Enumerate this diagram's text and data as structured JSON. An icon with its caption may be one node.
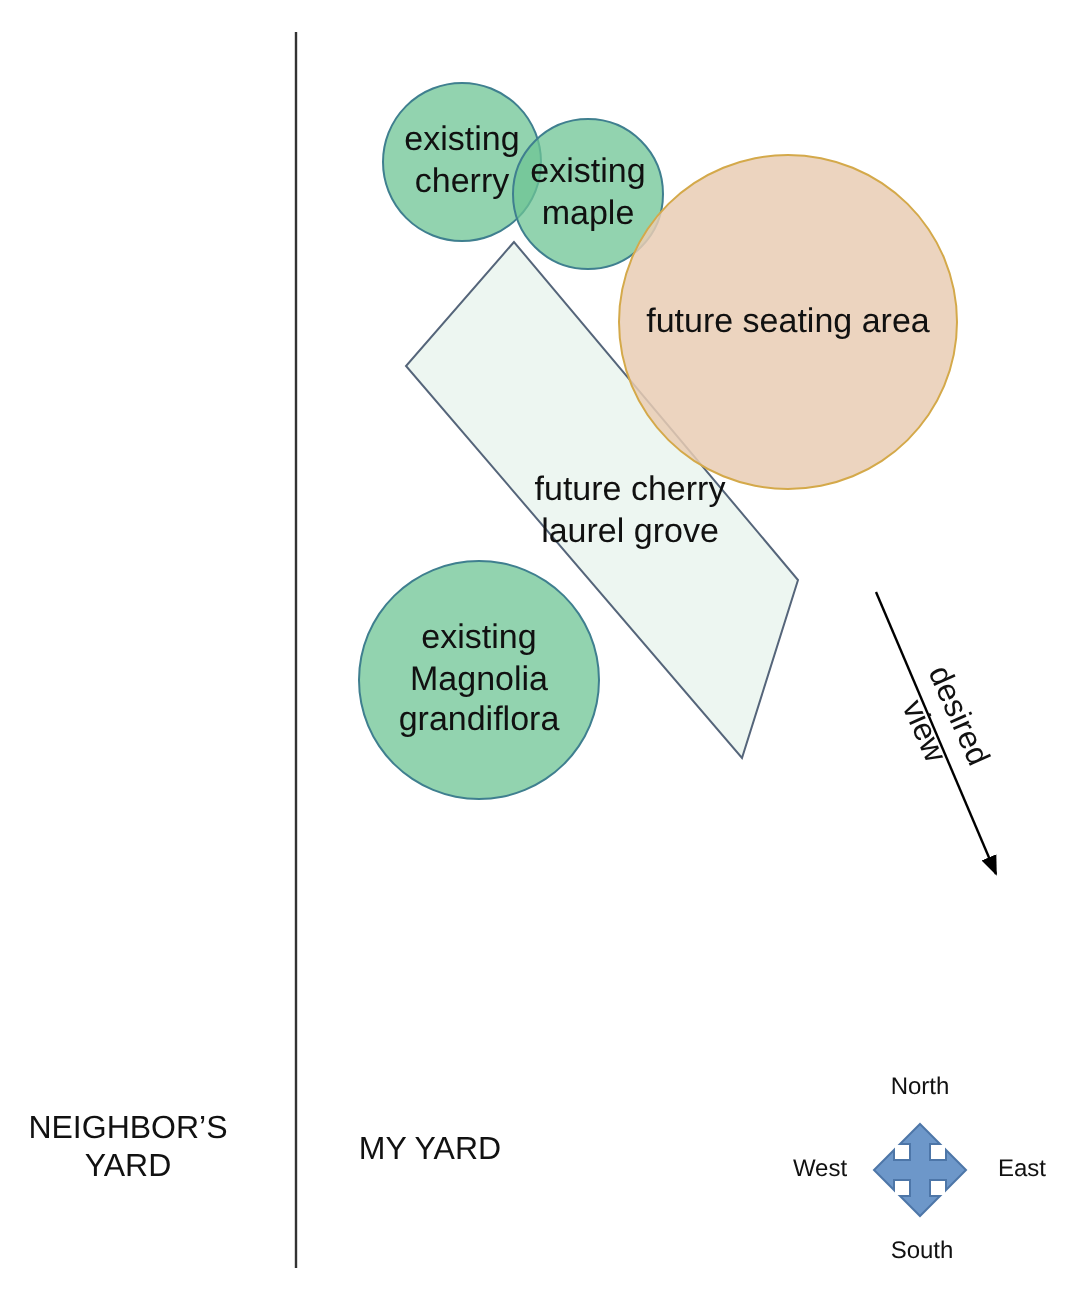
{
  "diagram": {
    "nodes": [
      {
        "text": [
          "existing cherry"
        ]
      },
      {
        "text": [
          "existing maple"
        ]
      },
      {
        "text": [
          "future seating area"
        ]
      },
      {
        "text": [
          "future cherry laurel grove"
        ]
      },
      {
        "text": [
          "existing Magnolia grandiflora"
        ]
      }
    ],
    "labels": [
      "desired view",
      "NEIGHBOR’S YARD",
      "MY YARD",
      "North",
      "West",
      "East",
      "South"
    ]
  }
}
